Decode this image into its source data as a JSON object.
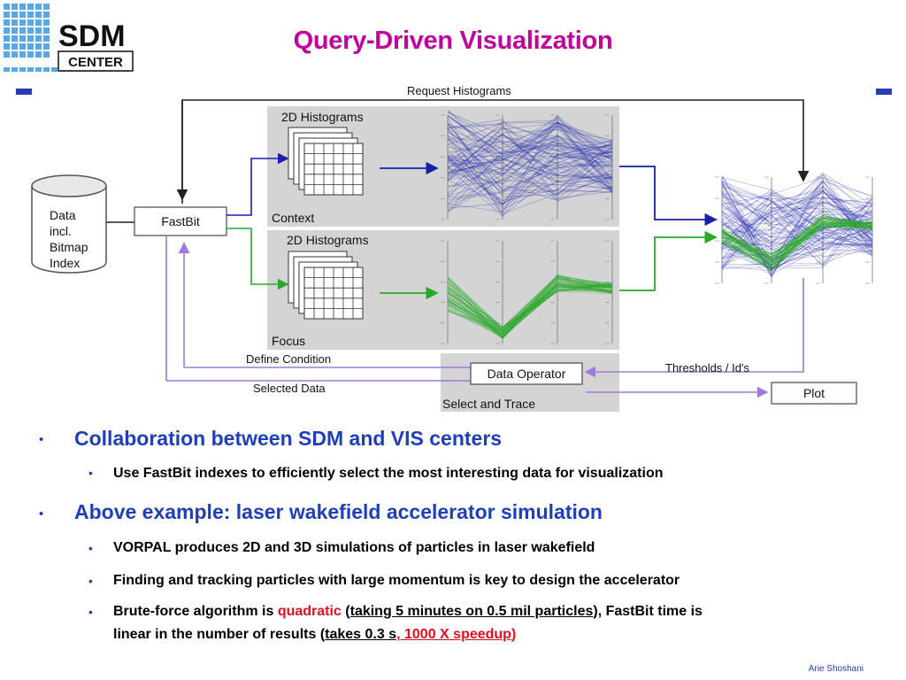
{
  "logo": {
    "line1": "SDM",
    "line2": "CENTER"
  },
  "title": "Query-Driven Visualization",
  "diagram": {
    "request_histograms": "Request Histograms",
    "db_lines": [
      "Data",
      "incl.",
      "Bitmap",
      "Index"
    ],
    "fastbit": "FastBit",
    "hist_title_1": "2D Histograms",
    "context": "Context",
    "hist_title_2": "2D Histograms",
    "focus": "Focus",
    "define_condition": "Define  Condition",
    "selected_data": "Selected Data",
    "data_operator": "Data Operator",
    "select_and_trace": "Select and Trace",
    "thresholds": "Thresholds / Id's",
    "plot": "Plot",
    "colors": {
      "blue": "#1a1fa8",
      "green": "#2aa82a",
      "purple": "#a07ad8",
      "panel": "#d4d4d4"
    }
  },
  "bullets": {
    "b1": "Collaboration between SDM and VIS centers",
    "b1a": "Use FastBit indexes to efficiently select the most interesting data for visualization",
    "b2": "Above example: laser wakefield accelerator simulation",
    "b2a": "VORPAL produces 2D and 3D simulations of particles in laser wakefield",
    "b2b": "Finding and tracking particles with large momentum is key to design the accelerator",
    "b2c": {
      "p1": "Brute-force algorithm is ",
      "p2": "quadratic",
      "p3": " (",
      "p4": "taking 5 minutes on 0.5 mil particles",
      "p5": "), FastBit time  is",
      "p6": "linear in the number of results (",
      "p7": "takes 0.3 s",
      "p8": ",",
      "p9": " 1000 X speedup",
      "p10": ")"
    }
  },
  "footer": "Arie Shoshani"
}
